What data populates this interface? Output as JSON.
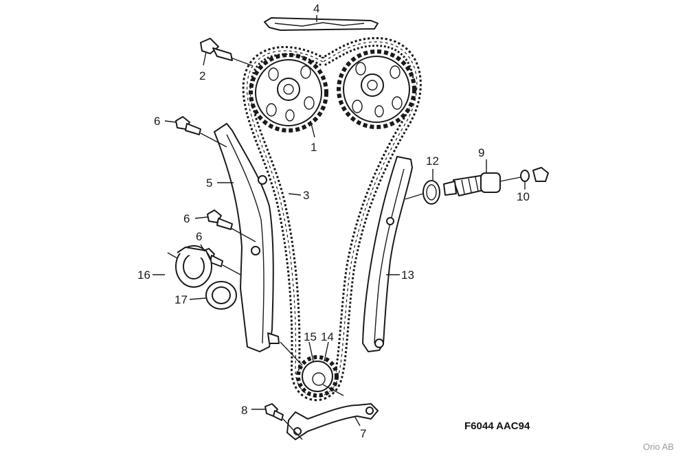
{
  "callouts": [
    {
      "id": "1",
      "text": "1"
    },
    {
      "id": "2",
      "text": "2"
    },
    {
      "id": "3",
      "text": "3"
    },
    {
      "id": "4",
      "text": "4"
    },
    {
      "id": "5",
      "text": "5"
    },
    {
      "id": "6a",
      "text": "6"
    },
    {
      "id": "6b",
      "text": "6"
    },
    {
      "id": "6c",
      "text": "6"
    },
    {
      "id": "7",
      "text": "7"
    },
    {
      "id": "8",
      "text": "8"
    },
    {
      "id": "9",
      "text": "9"
    },
    {
      "id": "10",
      "text": "10"
    },
    {
      "id": "12",
      "text": "12"
    },
    {
      "id": "13",
      "text": "13"
    },
    {
      "id": "14",
      "text": "14"
    },
    {
      "id": "15",
      "text": "15"
    },
    {
      "id": "16",
      "text": "16"
    },
    {
      "id": "17",
      "text": "17"
    }
  ],
  "figure_code": "F6044 AAC94",
  "credit": "Orio AB"
}
